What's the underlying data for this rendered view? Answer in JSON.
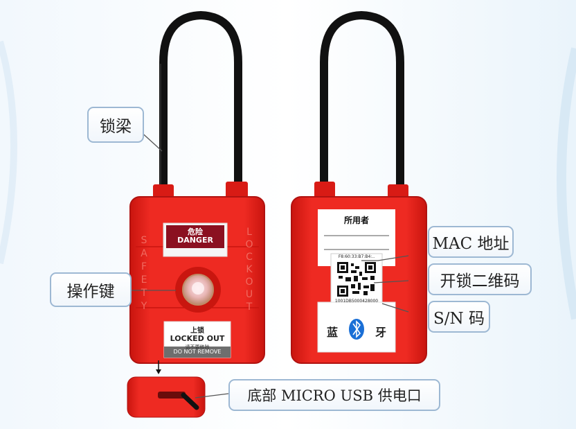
{
  "callouts": {
    "shackle": "锁梁",
    "operate_key": "操作键",
    "mac": "MAC 地址",
    "qr": "开锁二维码",
    "sn": "S/N 码",
    "usb": "底部 MICRO USB 供电口"
  },
  "front_lock": {
    "danger_cn": "危险",
    "danger_en": "DANGER",
    "side_left": "SAFETY",
    "side_right": "LOCKOUT",
    "locked_cn": "上锁",
    "locked_en": "LOCKED OUT",
    "do_not_cn": "请不要移除",
    "do_not_en": "DO NOT REMOVE"
  },
  "back_lock": {
    "owner_label": "所用者",
    "mac_text": "F8:60:33:B7:B4:..",
    "sn_text": "1001DB5000428000",
    "bt_left": "蓝",
    "bt_right": "牙",
    "bluetooth_icon": "bluetooth-icon"
  },
  "colors": {
    "lock_red": "#e8201f",
    "shackle": "#111111",
    "danger_banner": "#8b1020",
    "callout_border": "#9db8d3",
    "bluetooth": "#1a6fd6"
  }
}
